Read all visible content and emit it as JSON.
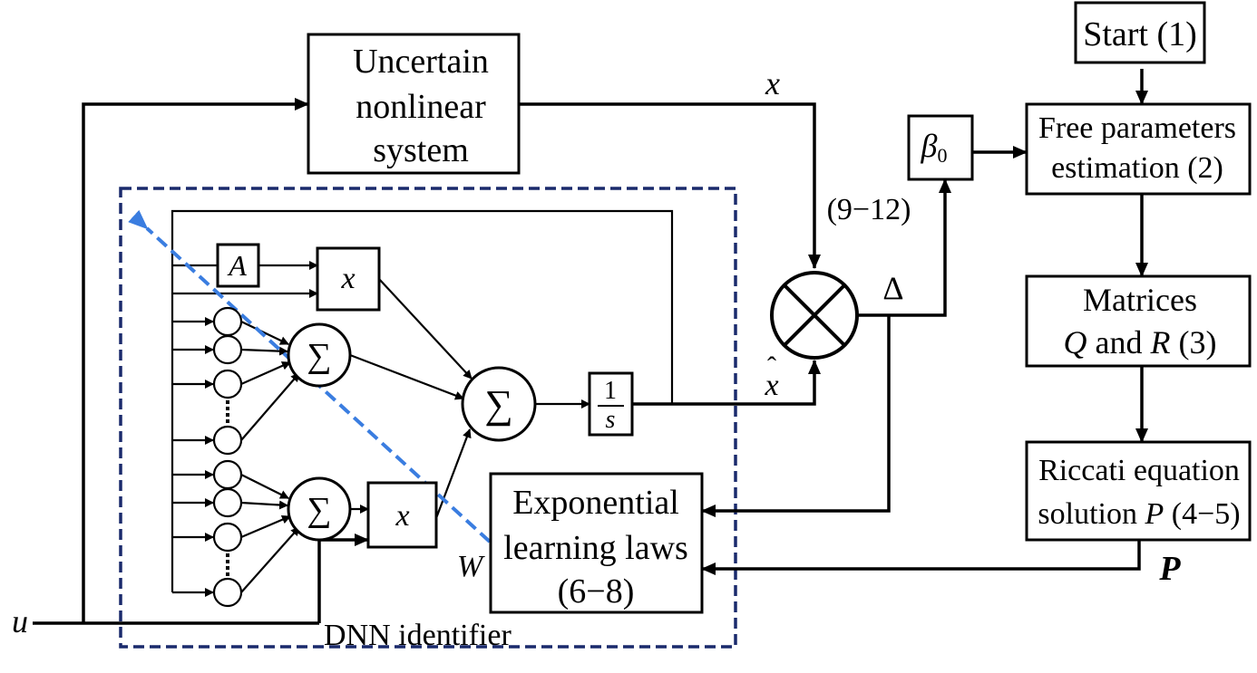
{
  "blocks": {
    "plant": [
      "Uncertain",
      "nonlinear",
      "system"
    ],
    "start": "Start (1)",
    "free_params": [
      "Free parameters",
      "estimation (2)"
    ],
    "matrices": [
      "Matrices",
      "Q",
      " and ",
      "R",
      " (3)"
    ],
    "riccati": [
      "Riccati equation",
      "solution ",
      "P",
      " (4−5)"
    ],
    "learning": [
      "Exponential",
      "learning laws",
      "(6−8)"
    ],
    "beta": "β",
    "beta_sub": "0",
    "a_block": "A",
    "mult_top": "x",
    "mult_bottom": "x",
    "integrator_num": "1",
    "integrator_den": "s"
  },
  "symbols": {
    "sum": "∑",
    "state": "x",
    "estimate": "x",
    "estimate_hat": "ˆ",
    "eq_ref": "(9−12)",
    "delta": "Δ",
    "weight": "W",
    "input": "u",
    "p_output": "P"
  },
  "region": {
    "label": "DNN identifier"
  },
  "colors": {
    "dashed_box": "#1a2a6c",
    "weight_arrow": "#3a7de0"
  }
}
